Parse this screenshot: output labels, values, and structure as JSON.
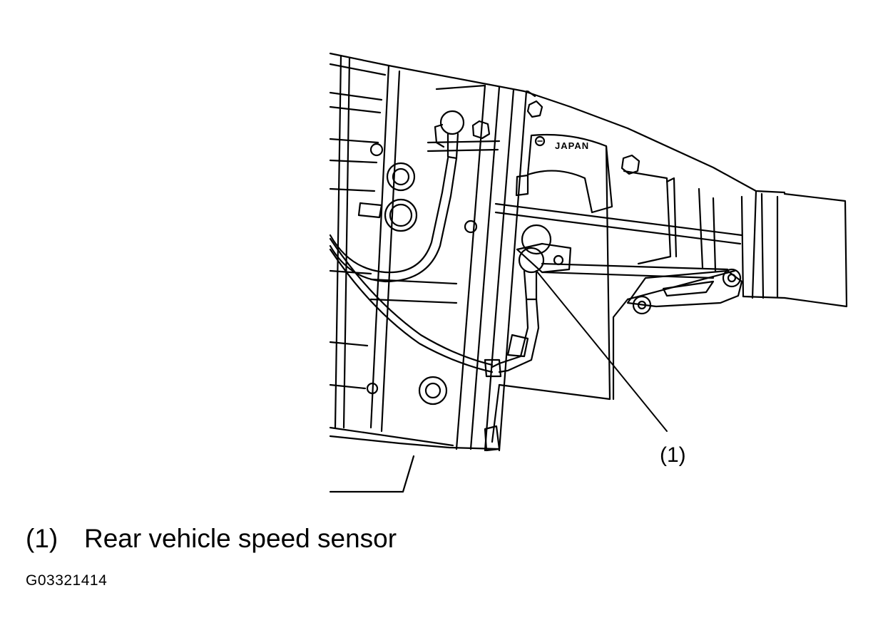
{
  "callout": {
    "number": "(1)"
  },
  "stamp": {
    "text": "JAPAN"
  },
  "legend": {
    "items": [
      {
        "number": "(1)",
        "label": "Rear vehicle speed sensor"
      }
    ]
  },
  "figure_id": "G03321414"
}
